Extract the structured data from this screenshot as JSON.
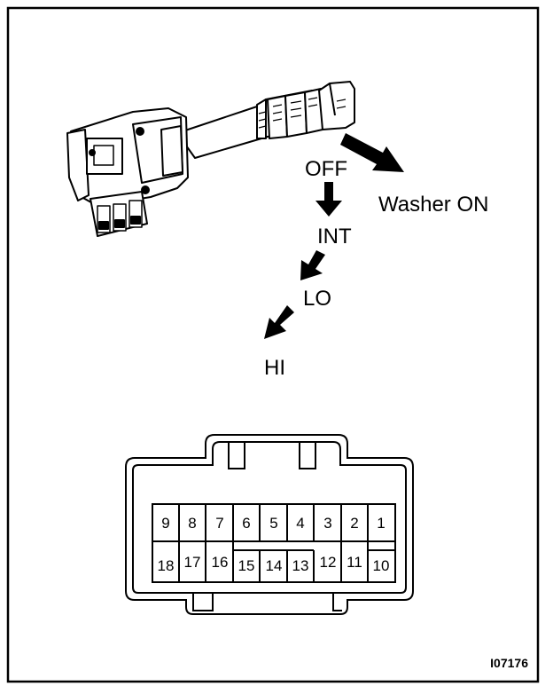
{
  "labels": {
    "off": "OFF",
    "int": "INT",
    "lo": "LO",
    "hi": "HI",
    "washer_on": "Washer ON"
  },
  "figure_id": "I07176",
  "connector": {
    "top_row": [
      "9",
      "8",
      "7",
      "6",
      "5",
      "4",
      "3",
      "2",
      "1"
    ],
    "bottom_row": [
      "18",
      "17",
      "16",
      "15",
      "14",
      "13",
      "12",
      "11",
      "10"
    ]
  }
}
